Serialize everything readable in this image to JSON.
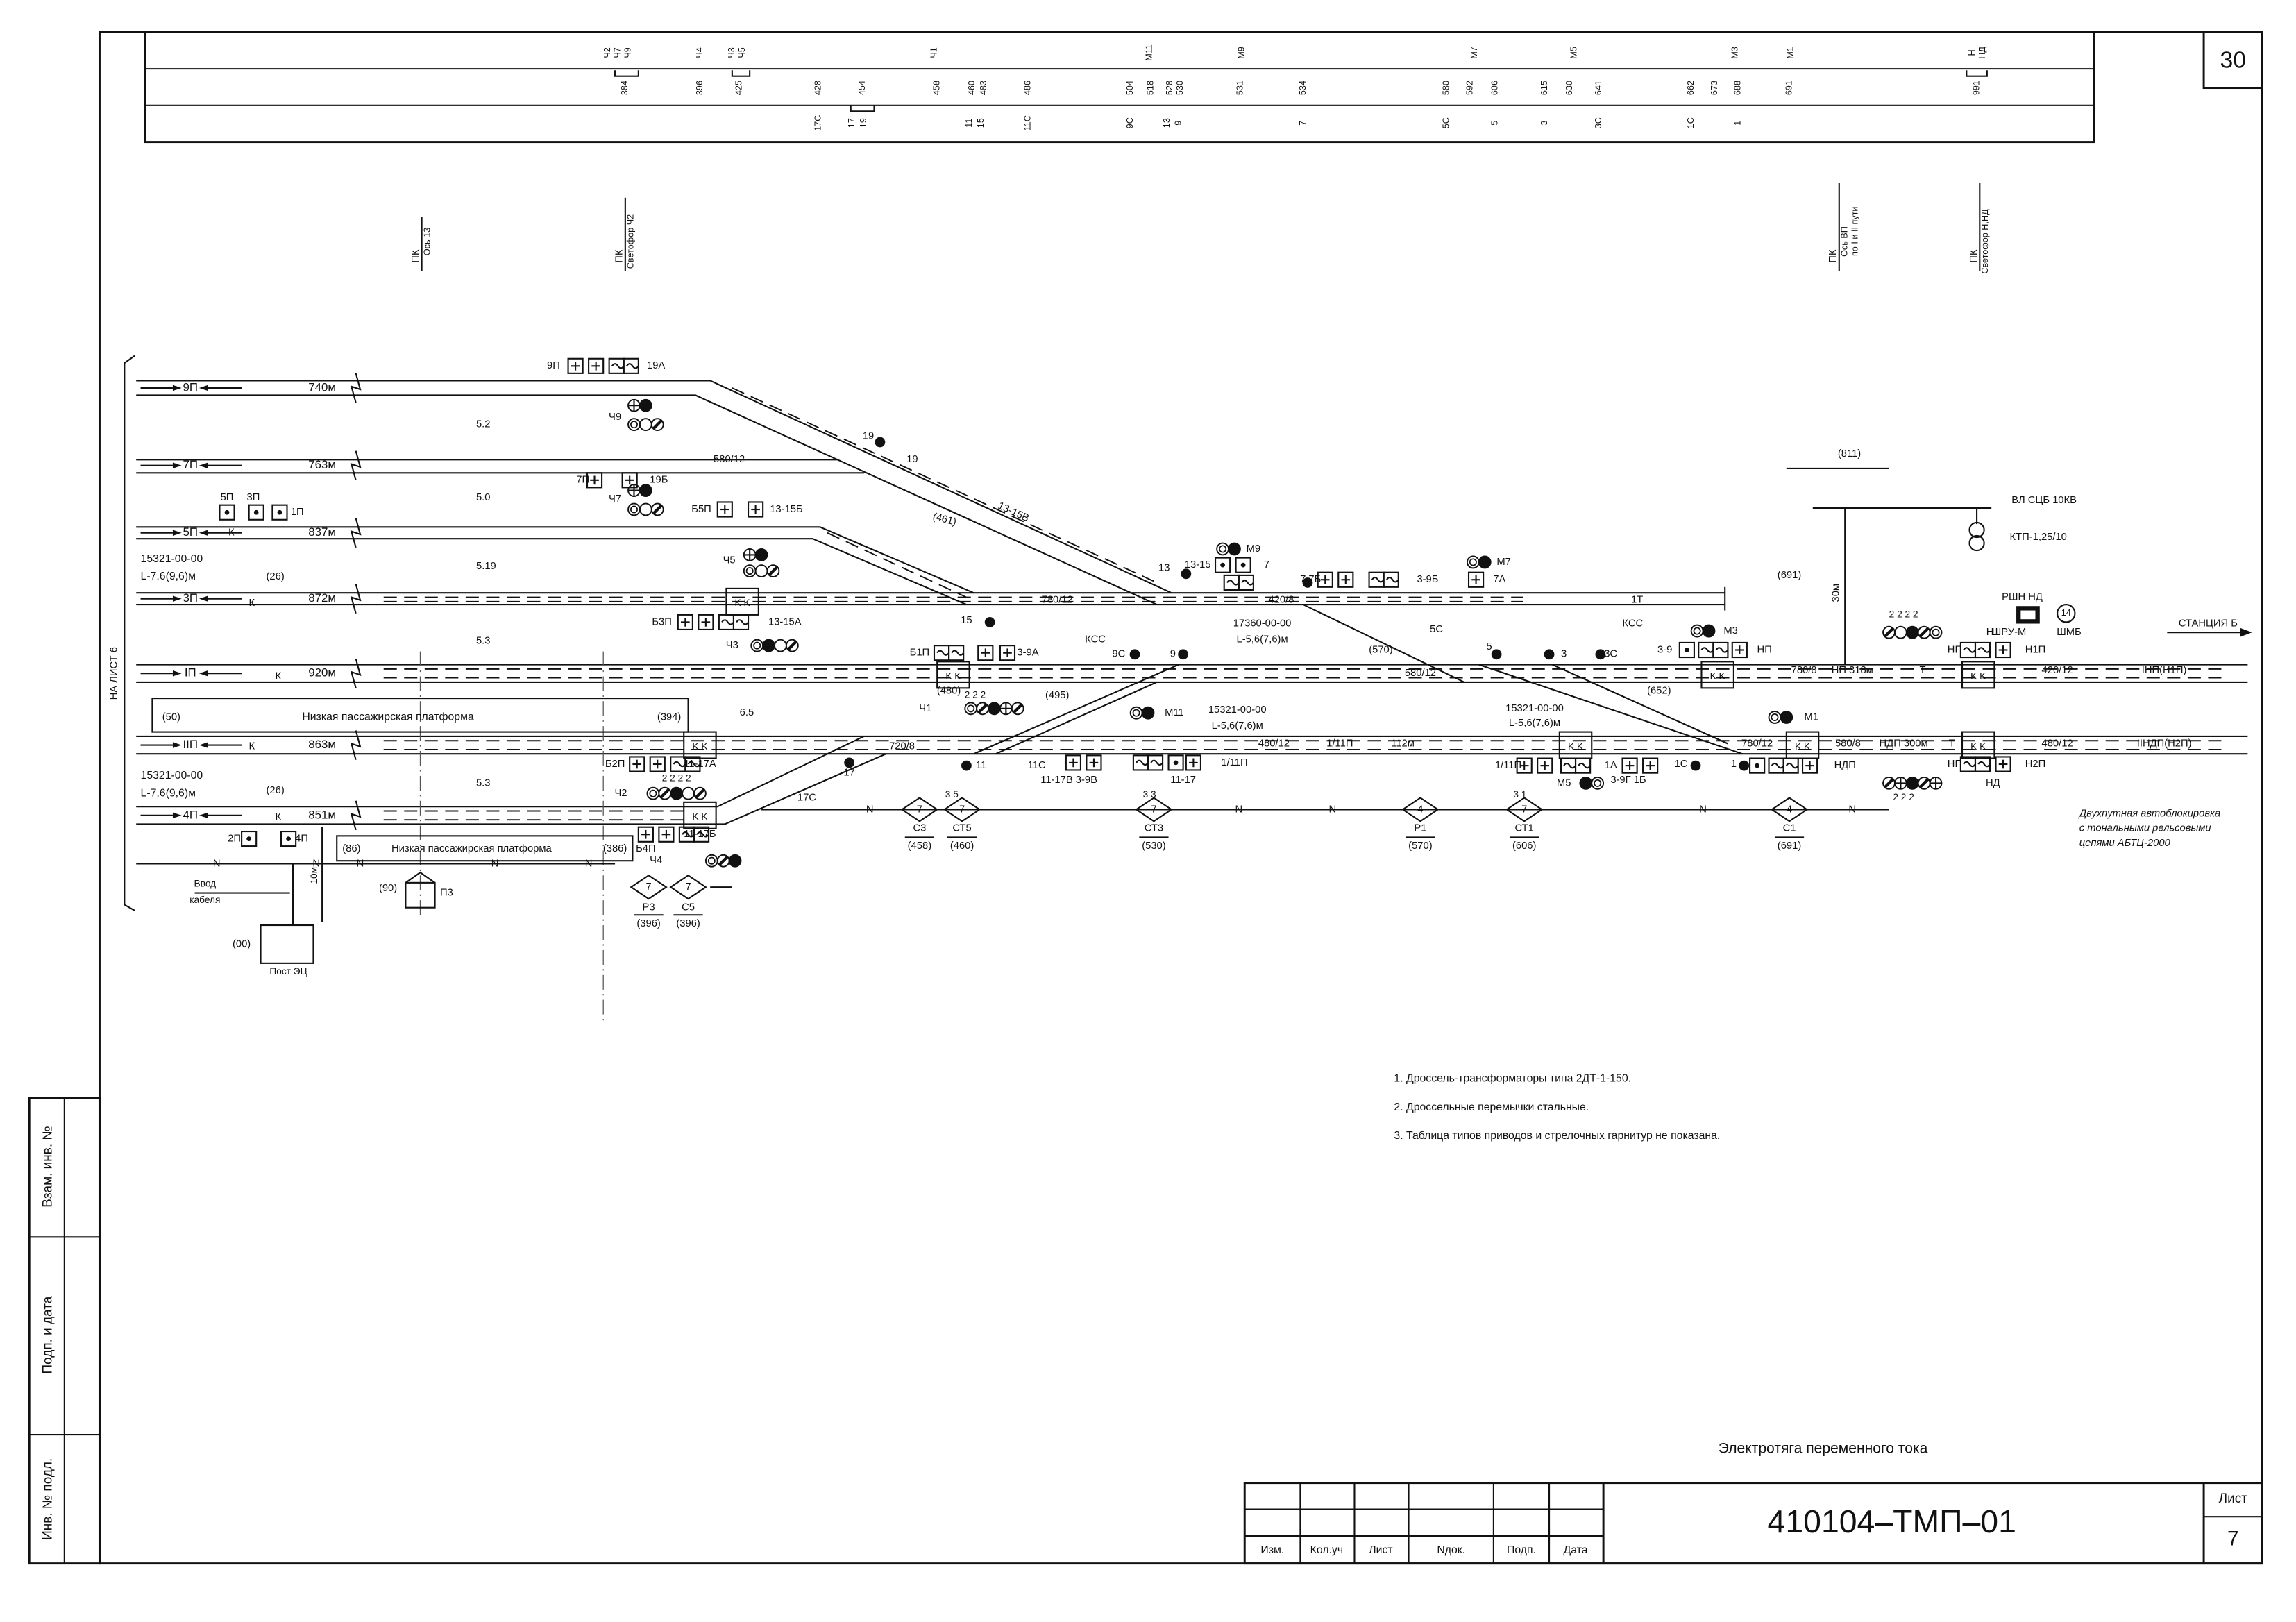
{
  "sheet_number_top": "30",
  "top_table": {
    "signals": [
      "Ч2",
      "Ч7",
      "Ч9",
      "Ч4",
      "Ч3",
      "Ч5",
      "Ч1",
      "М11",
      "М9",
      "М7",
      "М5",
      "М3",
      "М1",
      "Н",
      "НД"
    ],
    "coordinates": [
      "384",
      "396",
      "425",
      "428",
      "454",
      "458",
      "460",
      "483",
      "486",
      "504",
      "518",
      "528",
      "530",
      "531",
      "534",
      "580",
      "592",
      "606",
      "615",
      "630",
      "641",
      "662",
      "673",
      "688",
      "691",
      "991"
    ],
    "switches": [
      "17С",
      "17",
      "19",
      "11",
      "15",
      "11С",
      "9С",
      "13",
      "9",
      "7",
      "5С",
      "5",
      "3",
      "3С",
      "1С",
      "1"
    ]
  },
  "pk_markers": {
    "axis13": {
      "pk": "ПК",
      "desc": "Ось 13"
    },
    "signal_ch2": {
      "pk": "ПК",
      "desc": "Светофор Ч2"
    },
    "axis_vp": {
      "pk": "ПК",
      "desc": "Ось ВП",
      "desc2": "по I и II пути"
    },
    "signal_n_nd": {
      "pk": "ПК",
      "desc": "Светофор Н,НД"
    }
  },
  "left_stamp": {
    "replace_inv": "Взам. инв. №",
    "sign_date": "Подп. и дата",
    "inv_orig": "Инв. № подл."
  },
  "to_sheet": "НА ЛИСТ 6",
  "tracks": [
    {
      "name": "9П",
      "length": "740м"
    },
    {
      "name": "7П",
      "length": "763м"
    },
    {
      "name": "5П",
      "length": "837м"
    },
    {
      "name": "3П",
      "length": "872м"
    },
    {
      "name": "IП",
      "length": "920м"
    },
    {
      "name": "IIП",
      "length": "863м"
    },
    {
      "name": "4П",
      "length": "851м"
    }
  ],
  "labels": {
    "k5": "К",
    "k3": "К",
    "k1": "К",
    "k2": "К",
    "k4": "К",
    "p52": "5.2",
    "p50": "5.0",
    "p519": "5.19",
    "p53a": "5.3",
    "p53b": "5.3",
    "p65": "6.5",
    "cab1a": "15321-00-00",
    "cab1b": "L-7,6(9,6)м",
    "cab1c": "(26)",
    "cab2a": "15321-00-00",
    "cab2b": "L-7,6(9,6)м",
    "cab2c": "(26)",
    "b5p": "5П",
    "b3p": "3П",
    "b1p": "1П",
    "c1p": "(691)",
    "plat1a": "(50)",
    "plat1t": "Низкая пассажирская платформа",
    "plat1b": "(394)",
    "plat2a": "(86)",
    "plat2t": "Низкая пассажирская платформа",
    "plat2b": "(386)",
    "b2p": "2П",
    "b4p": "4П",
    "n1": "N",
    "n2": "N",
    "n3": "N",
    "n4": "N",
    "n5": "N",
    "vvod1": "Ввод",
    "vvod2": "кабеля",
    "post00": "(00)",
    "post": "Пост ЭЦ",
    "m10": "10м",
    "p90": "(90)",
    "p3": "П3",
    "s9p": "9П",
    "s19a": "19А",
    "ch9": "Ч9",
    "s7p": "7П",
    "s19b": "19Б",
    "ch7": "Ч7",
    "r580_12a": "580/12",
    "b5pp": "Б5П",
    "s1315b": "13-15Б",
    "ch5": "Ч5",
    "b3pp": "Б3П",
    "s1315a": "13-15А",
    "ch3": "Ч3",
    "b2pp": "Б2П",
    "s1117a": "11-17А",
    "ch2": "Ч2",
    "two4": "2 2 2 2",
    "b4pp": "Б4П",
    "s1117b": "11-17Б",
    "ch4": "Ч4",
    "sw19a": "19",
    "sw19b": "19",
    "s1315v": "13-15В",
    "p461": "(461)",
    "sw15": "15",
    "r780_12": "780/12",
    "sw13": "13",
    "s1315": "13-15",
    "m9": "М9",
    "s7": "7",
    "r420_8": "420/8",
    "cab3a": "17360-00-00",
    "cab3b": "L-5,6(7,6)м",
    "s77b": "7 7Б",
    "s39b": "3-9Б",
    "m7": "М7",
    "s7a": "7А",
    "t1": "1Т",
    "p691": "(691)",
    "p570": "(570)",
    "sw5c": "5С",
    "sw5": "5",
    "sw3": "3",
    "sw3c": "3С",
    "kss2": "КСС",
    "s39": "3-9",
    "m3": "М3",
    "np1": "НП",
    "r580_12b": "580/12",
    "r780_8": "780/8",
    "np318": "НП 318м",
    "t_a": "Т",
    "r420_12": "420/12",
    "inp": "IНП(Н1П)",
    "station": "СТАНЦИЯ Б",
    "np2": "НП",
    "n1p": "Н1П",
    "sig_n": "Н",
    "two4b": "2 2 2 2",
    "rshn": "РШН НД",
    "shru": "ШРУ-М",
    "shmb": "ШМБ",
    "c14": "14",
    "p811": "(811)",
    "vl": "ВЛ СЦБ 10КВ",
    "ktp": "КТП-1,25/10",
    "m30": "30м",
    "b1pp": "Б1П",
    "s39a": "3-9А",
    "kss1": "КСС",
    "sw9c": "9С",
    "sw9": "9",
    "p480": "(480)",
    "p495": "(495)",
    "ch1": "Ч1",
    "two3": "2 2 2",
    "m11": "М11",
    "cab4a": "15321-00-00",
    "cab4b": "L-5,6(7,6)м",
    "r480_12a": "480/12",
    "s111p": "1/11П",
    "m112": "112м",
    "r720_8": "720/8",
    "sw17": "17",
    "sw17c": "17С",
    "sw11": "11",
    "sw11c": "11С",
    "s1117v": "11-17В 3-9В",
    "s1117": "11-17",
    "s111pb": "1/11П",
    "cab5a": "15321-00-00",
    "cab5b": "L-5,6(7,6)м",
    "p652": "(652)",
    "m1": "М1",
    "s111pc": "1/11П",
    "s1a": "1А",
    "m5": "М5",
    "s39g": "3-9Г 1Б",
    "sw1c": "1С",
    "sw1": "1",
    "ndp": "НДП",
    "r780_12b": "780/12",
    "r580_8": "580/8",
    "ndp300": "НДП 300м",
    "t_b": "Т",
    "r480_12b": "480/12",
    "indp": "IIНДП(Н2П)",
    "np3": "НП",
    "n2p": "Н2П",
    "sig_nd": "НД",
    "two3b": "2 2 2",
    "d1": "7",
    "c3": "С3",
    "c3p": "(458)",
    "d2": "7",
    "ct5": "СТ5",
    "ct5p": "(460)",
    "b35": "3 5",
    "d3": "7",
    "ct3": "СТ3",
    "ct3p": "(530)",
    "b33": "3 3",
    "d4": "4",
    "r1": "Р1",
    "r1p": "(570)",
    "d5": "7",
    "ct1": "СТ1",
    "ct1p": "(606)",
    "b31": "3 1",
    "d6": "4",
    "c1": "С1",
    "d7": "7",
    "r3": "Р3",
    "r3p": "(396)",
    "d8": "7",
    "c5": "С5",
    "c5p": "(396)",
    "nb1": "N",
    "nb2": "N",
    "nb3": "N",
    "nb4": "N",
    "nb5": "N"
  },
  "legend_text": [
    "Двухпутная автоблокировка",
    "с тональными рельсовыми",
    "цепями АБТЦ-2000"
  ],
  "notes": [
    "1. Дроссель-трансформаторы типа 2ДТ-1-150.",
    "2. Дроссельные перемычки стальные.",
    "3. Таблица типов приводов и стрелочных гарнитур не показана."
  ],
  "traction": "Электротяга переменного тока",
  "title_block": {
    "code": "410104–ТМП–01",
    "sheet_label": "Лист",
    "sheet": "7",
    "columns": [
      "Изм.",
      "Кол.уч",
      "Лист",
      "Nдок.",
      "Подп.",
      "Дата"
    ]
  }
}
